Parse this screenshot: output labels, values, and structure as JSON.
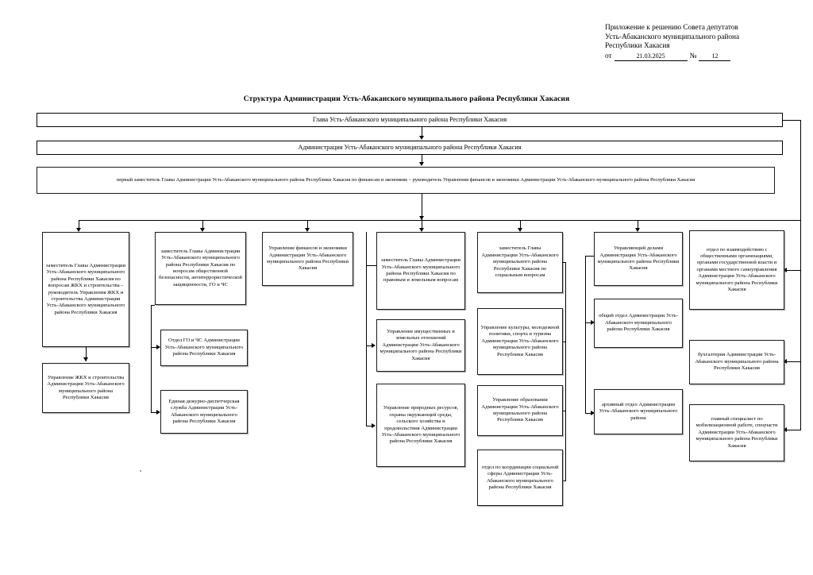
{
  "header": {
    "line1": "Приложение к решению Совета депутатов",
    "line2": "Усть-Абаканского муниципального  района",
    "line3": "Республики Хакасия",
    "ot_label": "от",
    "date_value": "21.03.2025",
    "num_label": "№",
    "num_value": "12"
  },
  "title": "Структура Администрации Усть-Абаканского муниципального района Республики Хакасия",
  "top": {
    "head": "Глава Усть-Абаканского муниципального  района Республики Хакасия",
    "admin": "Администрация Усть-Абаканского муниципального  района Республики Хакасия",
    "first_deputy": "первый заместитель Главы Администрации Усть-Абаканского муниципального района Республики Хакасия по финансам и экономике – руководитель Управления финансов и экономики Администрации Усть-Абаканского муниципального района Республики Хакасия"
  },
  "columns": [
    {
      "id": "zhkh",
      "head": "заместитель Главы Администрации Усть-Абаканского муниципального района Республики Хакасия по вопросам ЖКХ и строительства – руководитель Управления ЖКХ и строительства Администрации Усть-Абаканского муниципального района Республики Хакасия",
      "children": [
        "Управление ЖКХ и строительства Администрации Усть-Абаканского муниципального района Республики Хакасия"
      ]
    },
    {
      "id": "security",
      "head": "заместитель Главы Администрации Усть-Абаканского муниципального района Республики Хакасия по вопросам общественной безопасности, антитеррористической защищенности, ГО и ЧС",
      "children": [
        "Отдел ГО и ЧС Администрации Усть-Абаканского муниципального района Республики Хакасия",
        "Единая дежурно-диспетчерская служба Администрации Усть-Абаканского муниципального района Республики Хакасия"
      ]
    },
    {
      "id": "finance",
      "head": "Управление финансов и экономики Администрации Усть-Абаканского муниципального района Республики Хакасия",
      "children": []
    },
    {
      "id": "legal-land",
      "head": "заместитель Главы Администрации Усть-Абаканского муниципального района Республики Хакасия по правовым и земельным вопросам",
      "children": [
        "Управление имущественных и земельных отношений Администрации Усть-Абаканского муниципального района Республики Хакасия",
        "Управление природных ресурсов, охраны окружающей среды, сельского хозяйства и продовольствия Администрации Усть-Абаканского муниципального района Республики Хакасия"
      ]
    },
    {
      "id": "social",
      "head": "заместитель  Главы Администрации Усть-Абаканского муниципального района Республики Хакасия по социальным вопросам",
      "children": [
        "Управление культуры, молодежной политики, спорта и туризма Администрации Усть-Абаканского муниципального района Республики Хакасия",
        "Управление образования Администрации Усть-Абаканского муниципального района Республики Хакасия",
        "отдел по координации социальной сферы Администрации Усть-Абаканского муниципального района Республики Хакасия"
      ]
    },
    {
      "id": "affairs-manager",
      "head": "Управляющий делами Администрации Усть-Абаканского муниципального района Республики Хакасия",
      "children": [
        "общий отдел Администрации Усть-Абаканского муниципального района Республики Хакасия",
        "архивный отдел Администрации Усть-Абаканского муниципального района"
      ]
    },
    {
      "id": "head-direct",
      "head": "отдел по взаимодействию с общественными организациями, органами государственной власти и органами местного самоуправления Администрации Усть-Абаканского муниципального района Республики Хакасия",
      "children": [
        "бухгалтерия Администрации Усть-Абаканского муниципального района Республики Хакасия",
        "главный специалист по мобилизационной работе, спецчасти Администрации Усть-Абаканского муниципального района Республики Хакасия"
      ]
    }
  ]
}
